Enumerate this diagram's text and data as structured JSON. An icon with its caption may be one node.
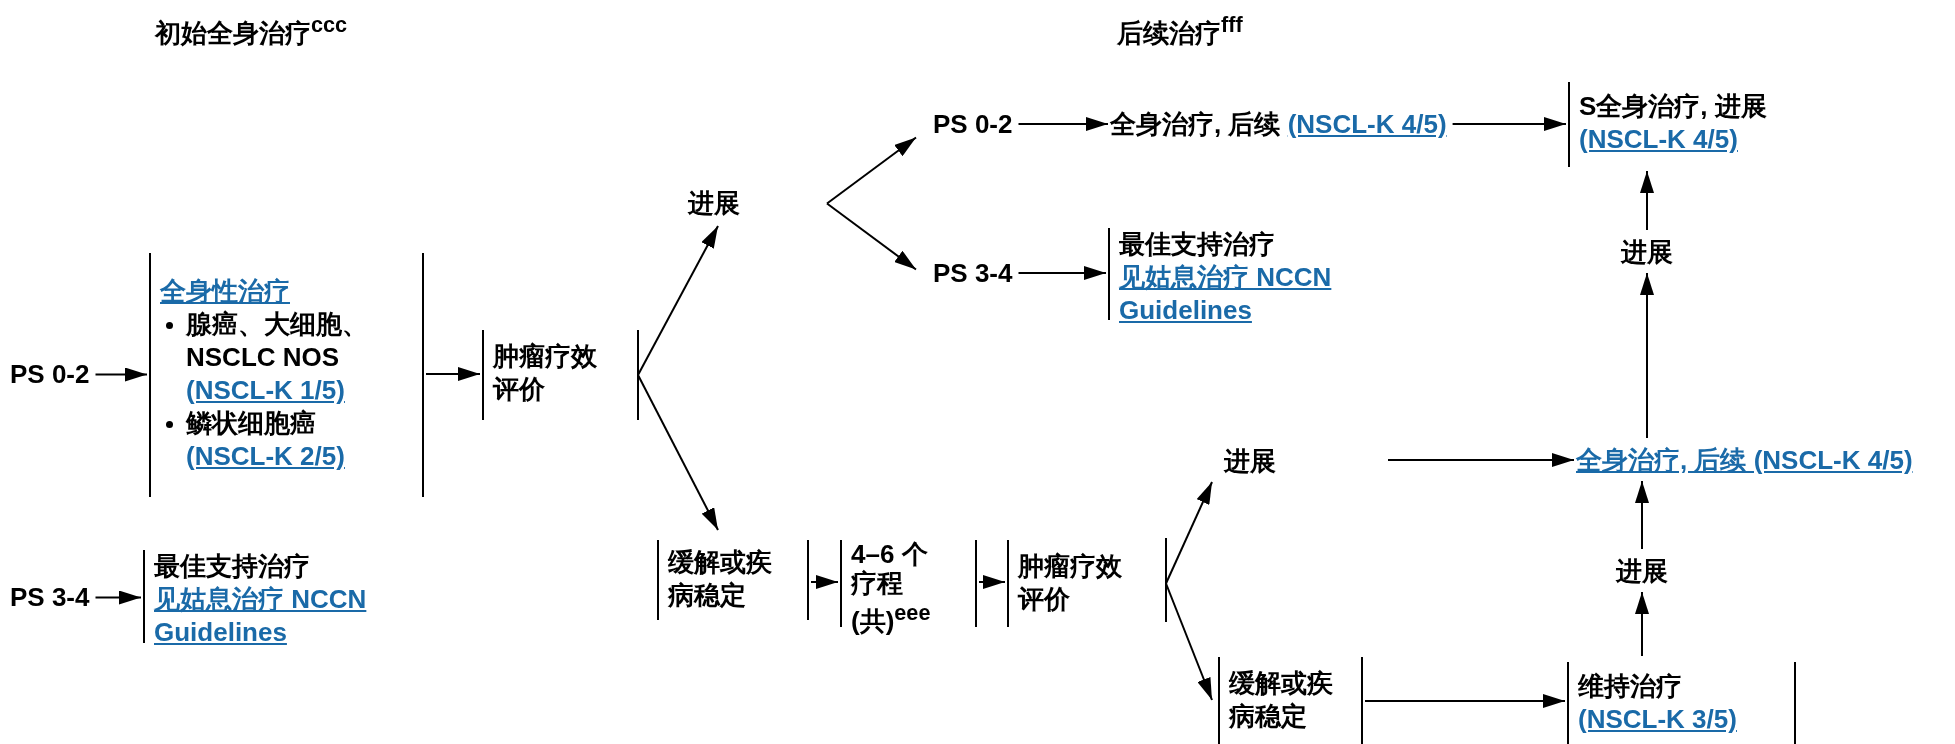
{
  "diagram": {
    "nodes": [
      {
        "text": [
          "PS 0-2"
        ]
      },
      {
        "text": [
          "全身性治疗",
          "腺癌、大细胞、NSCLC NOS",
          "(NSCL-K 1/5)",
          "鳞状细胞癌",
          "(NSCL-K 2/5)"
        ]
      },
      {
        "text": [
          "肿瘤疗效评价"
        ]
      },
      {
        "text": [
          "进展"
        ]
      },
      {
        "text": [
          "缓解或疾病稳定"
        ]
      },
      {
        "text": [
          "4–6 个疗程(共)$^{eee}$"
        ]
      },
      {
        "text": [
          "肿瘤疗效评价"
        ]
      },
      {
        "text": [
          "进展"
        ]
      },
      {
        "text": [
          "缓解或疾病稳定"
        ]
      },
      {
        "text": [
          "PS 0-2"
        ]
      },
      {
        "text": [
          "PS 3-4"
        ]
      },
      {
        "text": [
          "全身治疗, 后续",
          "(NSCL-K 4/5)"
        ]
      },
      {
        "text": [
          "最佳支持治疗",
          "见姑息治疗 NCCN Guidelines"
        ]
      },
      {
        "text": [
          "S全身治疗, 进展",
          "(NSCL-K 4/5)"
        ]
      },
      {
        "text": [
          "进展"
        ]
      },
      {
        "text": [
          "全身治疗, 后续 (NSCL-K 4/5)"
        ]
      },
      {
        "text": [
          "进展"
        ]
      },
      {
        "text": [
          "维持治疗",
          "(NSCL-K 3/5)"
        ]
      },
      {
        "text": [
          "PS 3-4"
        ]
      },
      {
        "text": [
          "最佳支持治疗",
          "见姑息治疗 NCCN Guidelines"
        ]
      }
    ],
    "edges": [
      {
        "from": 0,
        "to": 1,
        "arrow": "to"
      },
      {
        "from": 18,
        "to": 19,
        "arrow": "to"
      },
      {
        "from": 1,
        "to": 2,
        "arrow": "to"
      },
      {
        "from": 2,
        "to": 3,
        "arrow": "to"
      },
      {
        "from": 2,
        "to": 4,
        "arrow": "to"
      },
      {
        "from": 3,
        "to": 9,
        "arrow": "to"
      },
      {
        "from": 3,
        "to": 10,
        "arrow": "to"
      },
      {
        "from": 9,
        "to": 11,
        "arrow": "to"
      },
      {
        "from": 10,
        "to": 12,
        "arrow": "to"
      },
      {
        "from": 11,
        "to": 13,
        "arrow": "to"
      },
      {
        "from": 4,
        "to": 5,
        "arrow": "to"
      },
      {
        "from": 5,
        "to": 6,
        "arrow": "to"
      },
      {
        "from": 6,
        "to": 7,
        "arrow": "to"
      },
      {
        "from": 6,
        "to": 8,
        "arrow": "to"
      },
      {
        "from": 7,
        "to": 15,
        "arrow": "to"
      },
      {
        "from": 8,
        "to": 17,
        "arrow": "to"
      },
      {
        "from": 17,
        "to": 16,
        "arrow": "to"
      },
      {
        "from": 16,
        "to": 15,
        "arrow": "to"
      },
      {
        "from": 15,
        "to": 14,
        "arrow": "to"
      },
      {
        "from": 14,
        "to": 13,
        "arrow": "to"
      }
    ],
    "labels": [
      "初始全身治疗$^{ccc}$",
      "后续治疗$^{fff}$"
    ]
  }
}
